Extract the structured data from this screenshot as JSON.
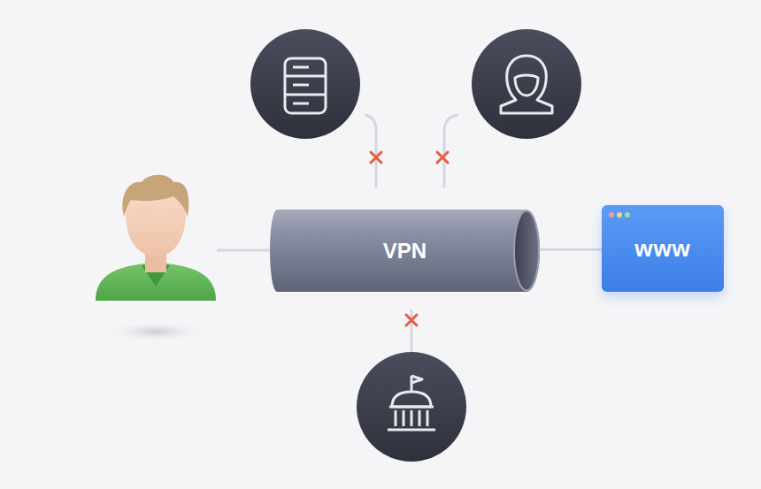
{
  "diagram": {
    "nodes": [
      {
        "text": [
          "VPN"
        ]
      },
      {
        "text": [
          "www"
        ]
      }
    ],
    "edges": [
      {
        "from": 0,
        "to": 1,
        "arrow": "none"
      }
    ]
  }
}
